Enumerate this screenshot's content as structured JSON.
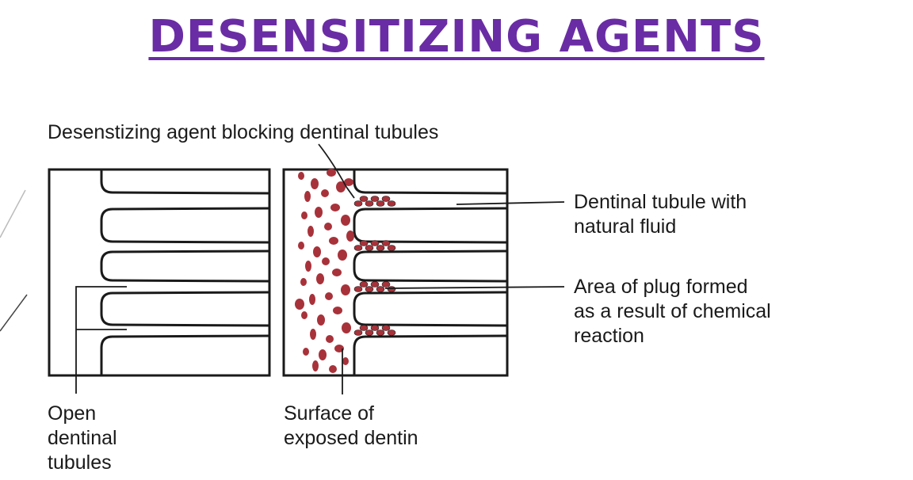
{
  "slide": {
    "title": "DESENSITIZING AGENTS"
  },
  "diagram": {
    "labels": {
      "top": "Desenstizing agent blocking dentinal tubules",
      "tubule_fluid": "Dentinal tubule with\nnatural fluid",
      "plug_area": "Area of plug formed\nas a result of chemical\nreaction",
      "open_tubules": "Open\ndentinal\ntubules",
      "surface": "Surface of\nexposed dentin"
    },
    "colors": {
      "title": "#6a2ca4",
      "line": "#1a1a1a",
      "agent_particle": "#a8323a"
    }
  }
}
